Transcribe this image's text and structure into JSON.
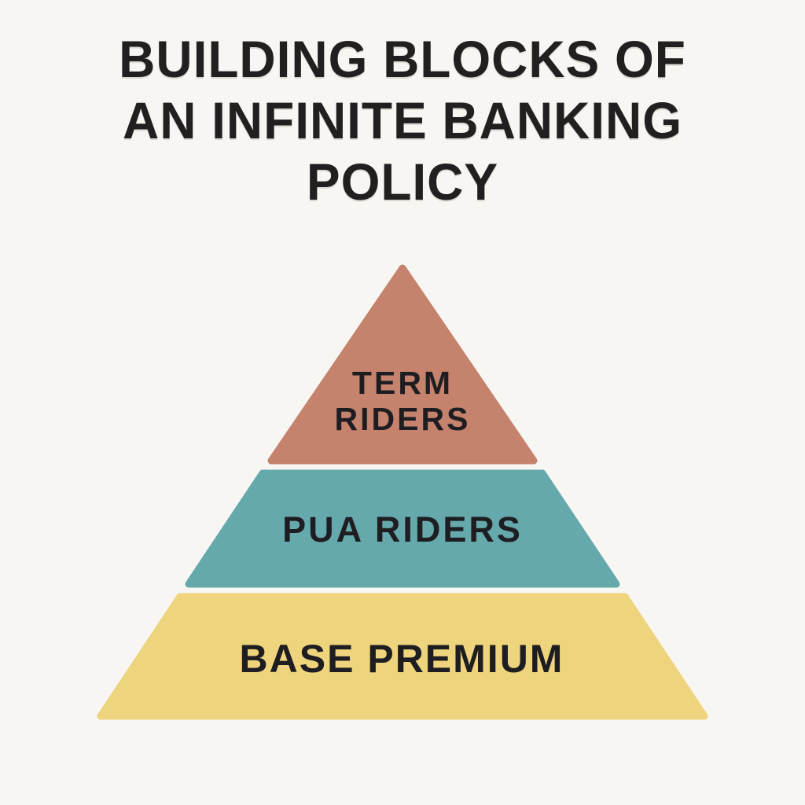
{
  "title": {
    "lines": [
      "BUILDING BLOCKS OF",
      "AN INFINITE BANKING",
      "POLICY"
    ]
  },
  "pyramid": {
    "text_color": "#1e1e22",
    "tiers": [
      {
        "name": "term-riders",
        "lines": [
          "TERM",
          "RIDERS"
        ],
        "color": "#c5826c"
      },
      {
        "name": "pua-riders",
        "lines": [
          "PUA RIDERS"
        ],
        "color": "#65a9ac"
      },
      {
        "name": "base-premium",
        "lines": [
          "BASE PREMIUM"
        ],
        "color": "#eed47c"
      }
    ]
  },
  "colors": {
    "background": "#f8f6f2",
    "title_text": "#211f1f"
  }
}
